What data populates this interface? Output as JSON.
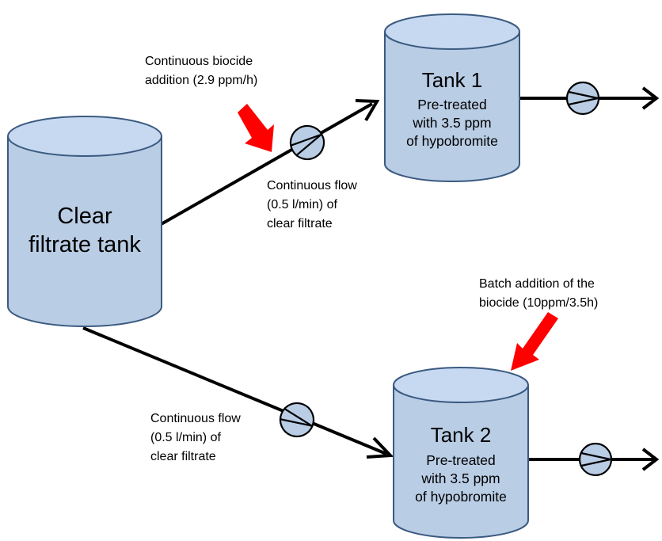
{
  "nodes": {
    "clear_filtrate_tank": {
      "lines": [
        "Clear",
        "filtrate tank"
      ]
    },
    "tank_1": {
      "name": "Tank 1",
      "lines": [
        "Pre-treated",
        "with 3.5 ppm",
        "of hypobromite"
      ]
    },
    "tank_2": {
      "name": "Tank 2",
      "lines": [
        "Pre-treated",
        "with 3.5 ppm",
        "of hypobromite"
      ]
    }
  },
  "annotations": {
    "continuous_biocide": {
      "lines": [
        "Continuous biocide",
        "addition (2.9 ppm/h)"
      ]
    },
    "flow_to_tank_1": {
      "lines": [
        "Continuous flow",
        "(0.5 l/min) of",
        "clear filtrate"
      ]
    },
    "batch_biocide": {
      "lines": [
        "Batch addition of the",
        "biocide (10ppm/3.5h)"
      ]
    },
    "flow_to_tank_2": {
      "lines": [
        "Continuous flow",
        "(0.5 l/min) of",
        "clear filtrate"
      ]
    }
  },
  "colors": {
    "tank_fill": "#b9cde5",
    "tank_top_fill": "#c6d9f1",
    "tank_outline": "#3b5a80",
    "biocide_arrow": "#ff0000",
    "pipe": "#000000"
  },
  "icons": {
    "pump": "pump-icon",
    "dosing_arrow": "red-dosing-arrow-icon"
  }
}
